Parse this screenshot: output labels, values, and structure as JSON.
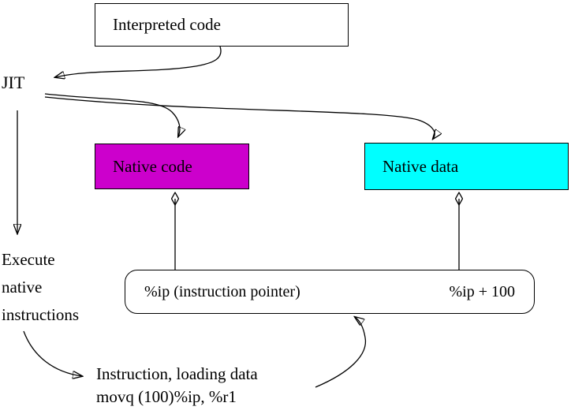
{
  "nodes": {
    "interpreted_code": {
      "label": "Interpreted code"
    },
    "jit": {
      "label": "JIT"
    },
    "native_code": {
      "label": "Native code"
    },
    "native_data": {
      "label": "Native data"
    },
    "ip_box": {
      "left_label": "%ip (instruction pointer)",
      "right_label": "%ip + 100"
    },
    "execute": {
      "label": "Execute\nnative\ninstructions"
    },
    "instruction": {
      "label": "Instruction, loading data\nmovq (100)%ip, %r1"
    }
  },
  "colors": {
    "native-code-fill": "#cc00cc",
    "native-data-fill": "#00ffff",
    "box-fill": "#ffffff",
    "line": "#000000"
  }
}
